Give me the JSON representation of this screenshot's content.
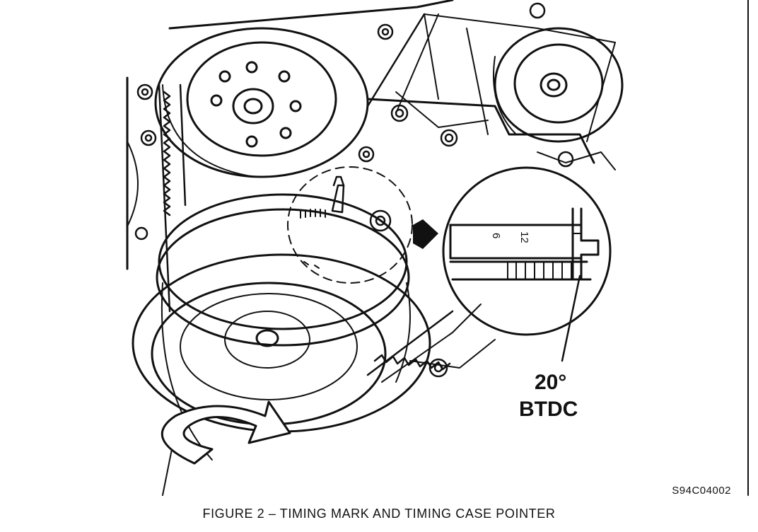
{
  "figure": {
    "caption": "FIGURE 2  –  TIMING MARK AND TIMING CASE POINTER",
    "diagram_id": "S94C04002"
  },
  "detail": {
    "mark_6": "6",
    "mark_12": "12",
    "angle": "20°",
    "reference": "BTDC"
  },
  "colors": {
    "ink": "#111111",
    "paper": "#ffffff"
  },
  "icons": [
    "rotation-arrow-icon",
    "view-arrow-icon"
  ]
}
